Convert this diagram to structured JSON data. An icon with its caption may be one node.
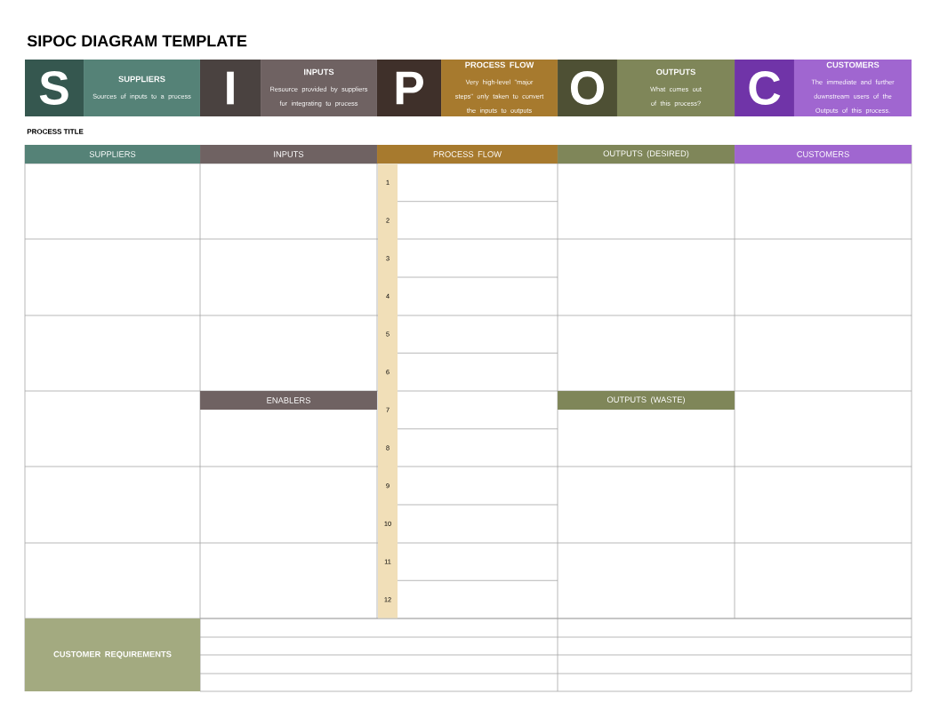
{
  "diagram": {
    "title": "SIPOC DIAGRAM TEMPLATE",
    "nodes": [
      {
        "text": [
          "S"
        ]
      },
      {
        "text": [
          "SUPPLIERS",
          "Sources of inputs to a process"
        ]
      },
      {
        "text": [
          "I"
        ]
      },
      {
        "text": [
          "INPUTS",
          "Resource provided by suppliers for integrating to process"
        ]
      },
      {
        "text": [
          "P"
        ]
      },
      {
        "text": [
          "PROCESS FLOW",
          "Very high-level \"major steps\" only taken to convert the inputs to outputs"
        ]
      },
      {
        "text": [
          "O"
        ]
      },
      {
        "text": [
          "OUTPUTS",
          "What comes out of this process?"
        ]
      },
      {
        "text": [
          "C"
        ]
      },
      {
        "text": [
          "CUSTOMERS",
          "The immediate and further downstream users of the Outputs of this process."
        ]
      },
      {
        "text": [
          "SUPPLIERS"
        ]
      },
      {
        "text": [
          "INPUTS"
        ]
      },
      {
        "text": [
          "PROCESS FLOW"
        ]
      },
      {
        "text": [
          "OUTPUTS (DESIRED)"
        ]
      },
      {
        "text": [
          "CUSTOMERS"
        ]
      },
      {
        "text": [
          "ENABLERS"
        ]
      },
      {
        "text": [
          "OUTPUTS (WASTE)"
        ]
      },
      {
        "text": [
          "CUSTOMER REQUIREMENTS"
        ]
      }
    ],
    "labels": [
      "PROCESS TITLE",
      "1",
      "2",
      "3",
      "4",
      "5",
      "6",
      "7",
      "8",
      "9",
      "10",
      "11",
      "12"
    ]
  }
}
